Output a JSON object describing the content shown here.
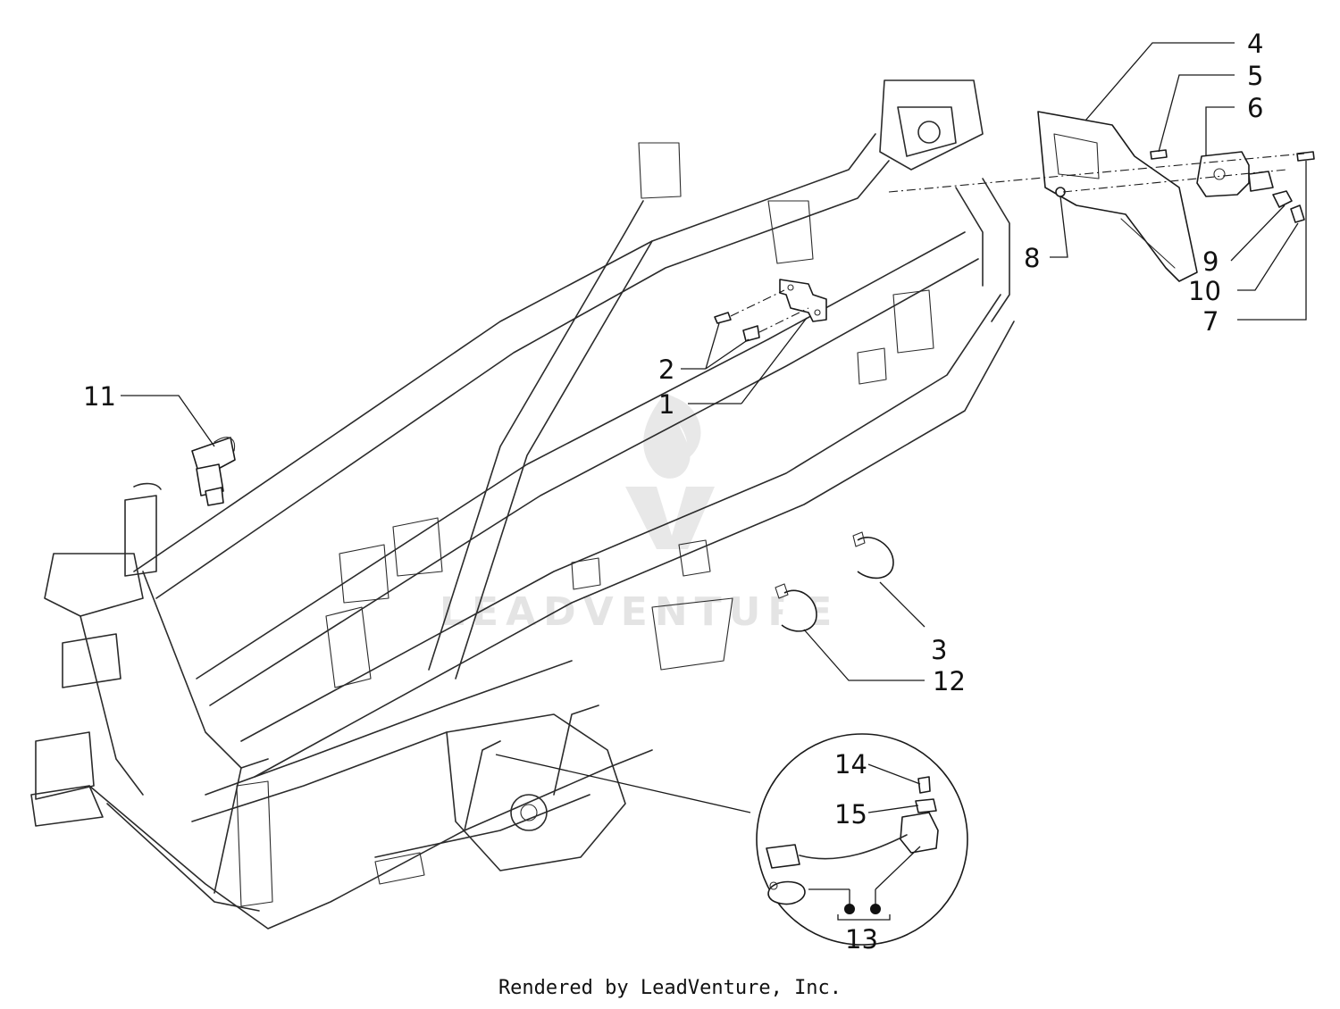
{
  "callouts": {
    "c1": "1",
    "c2": "2",
    "c3": "3",
    "c4": "4",
    "c5": "5",
    "c6": "6",
    "c7": "7",
    "c8": "8",
    "c9": "9",
    "c10": "10",
    "c11": "11",
    "c12": "12",
    "c13": "13",
    "c14": "14",
    "c15": "15"
  },
  "watermark": {
    "text": "LEADVENTURE"
  },
  "footer": {
    "credit": "Rendered by LeadVenture, Inc."
  },
  "colors": {
    "line": "#1a1a1a",
    "watermark": "#e2e2e2",
    "background": "#ffffff"
  }
}
